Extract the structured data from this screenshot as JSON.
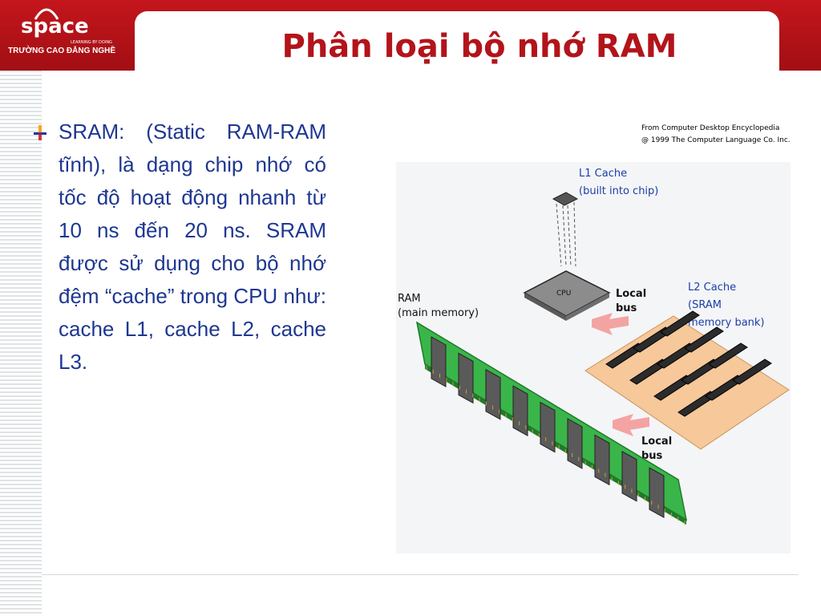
{
  "logo": {
    "wordmark": "space",
    "tagline": "LEARNING BY DOING",
    "subtitle": "TRƯỜNG CAO ĐẲNG NGHỀ"
  },
  "slide": {
    "title": "Phân loại bộ nhớ RAM",
    "body": "SRAM: (Static RAM-RAM tĩnh), là dạng chip nhớ có tốc độ hoạt động nhanh từ 10 ns đến 20 ns. SRAM được sử dụng cho bộ nhớ đệm “cache” trong CPU như: cache L1, cache L2, cache L3."
  },
  "figure": {
    "credit_line1": "From Computer Desktop Encyclopedia",
    "credit_line2": "@ 1999 The Computer Language Co. Inc.",
    "l1_cache_line1": "L1 Cache",
    "l1_cache_line2": "(built into chip)",
    "cpu_label": "CPU",
    "local_bus_top_line1": "Local",
    "local_bus_top_line2": "bus",
    "l2_cache_line1": "L2 Cache",
    "l2_cache_line2": "(SRAM",
    "l2_cache_line3": "memory bank)",
    "ram_line1": "RAM",
    "ram_line2": "(main memory)",
    "local_bus_bottom_line1": "Local",
    "local_bus_bottom_line2": "bus"
  },
  "colors": {
    "header_red": "#c4161c",
    "title_red": "#b3141b",
    "body_blue": "#1e3791",
    "label_blue": "#1b3fa6",
    "ram_green": "#3ab54a",
    "board_tan": "#f6c89a",
    "arrow_pink": "#f4a3a3"
  }
}
